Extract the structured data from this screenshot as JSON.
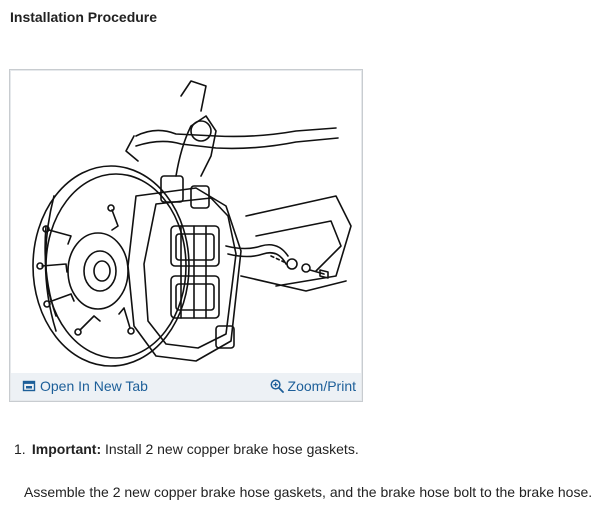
{
  "section": {
    "title": "Installation Procedure"
  },
  "figure": {
    "alt": "Brake caliper and brake hose assembly illustration",
    "toolbar": {
      "open_label": "Open In New Tab",
      "open_icon": "open-in-new-tab-icon",
      "zoom_label": "Zoom/Print",
      "zoom_icon": "zoom-in-icon"
    }
  },
  "steps": [
    {
      "number": "1.",
      "important_label": "Important:",
      "important_text": "Install 2 new copper brake hose gaskets.",
      "detail": "Assemble the 2 new copper brake hose gaskets, and the brake hose bolt to the brake hose."
    }
  ],
  "colors": {
    "link": "#1d5f99",
    "toolbar_bg": "#edf1f5",
    "border": "#c8ccd0"
  }
}
